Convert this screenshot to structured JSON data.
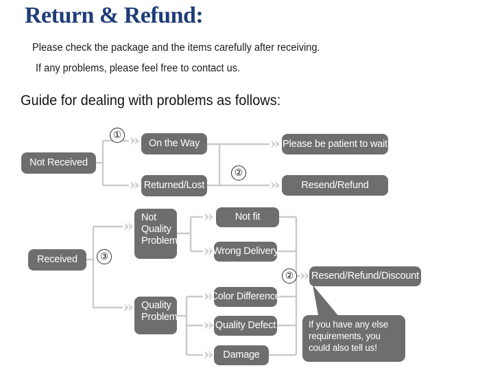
{
  "header": {
    "title": "Return & Refund:",
    "title_color": "#1e3c78",
    "intro_line_1": "Please check the package and the items carefully after receiving.",
    "intro_line_2": "If any problems, please feel free to contact us.",
    "guide_heading": "Guide for dealing with problems as follows:"
  },
  "theme": {
    "background": "#ffffff",
    "node_fill": "#6e6e6e",
    "node_text": "#ffffff",
    "connector": "#c9c9c9",
    "arrowhead": "#cfcfcf",
    "body_text": "#1a1a1a"
  },
  "flowchart": {
    "nodes": [
      {
        "id": "not-received",
        "label": "Not Received"
      },
      {
        "id": "on-the-way",
        "label": "On the Way"
      },
      {
        "id": "returned-lost",
        "label": "Returned/Lost"
      },
      {
        "id": "please-be-patient",
        "label": "Please be patient to wait"
      },
      {
        "id": "resend-refund",
        "label": "Resend/Refund"
      },
      {
        "id": "received",
        "label": "Received"
      },
      {
        "id": "not-quality-problem",
        "label": "Not\nQuality\nProblem"
      },
      {
        "id": "not-fit",
        "label": "Not fit"
      },
      {
        "id": "wrong-delivery",
        "label": "Wrong Delivery"
      },
      {
        "id": "quality-problem",
        "label": "Quality\nProblem"
      },
      {
        "id": "color-difference",
        "label": "Color Difference"
      },
      {
        "id": "quality-defect",
        "label": "Quality Defect"
      },
      {
        "id": "damage",
        "label": "Damage"
      },
      {
        "id": "resend-refund-discount",
        "label": "Resend/Refund/Discount"
      }
    ],
    "step_numbers": [
      {
        "id": "step-1",
        "label": "①"
      },
      {
        "id": "step-2-a",
        "label": "②"
      },
      {
        "id": "step-3",
        "label": "③"
      },
      {
        "id": "step-2-b",
        "label": "②"
      }
    ],
    "callout": {
      "text": "If you have any else requirements, you could also tell us!"
    }
  }
}
